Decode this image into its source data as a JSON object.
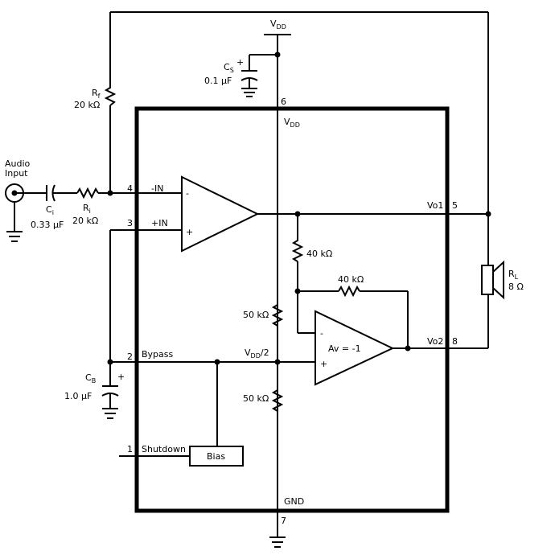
{
  "audio_input": {
    "line1": "Audio",
    "line2": "Input"
  },
  "cap_ci": {
    "name": "C",
    "sub": "i",
    "value": "0.33 μF"
  },
  "res_ri": {
    "name": "R",
    "sub": "i",
    "value": "20 kΩ"
  },
  "res_rf": {
    "name": "R",
    "sub": "f",
    "value": "20 kΩ"
  },
  "cap_cs": {
    "name": "C",
    "sub": "S",
    "value": "0.1 μF",
    "polarity": "+"
  },
  "cap_cb": {
    "name": "C",
    "sub": "B",
    "value": "1.0 μF",
    "polarity": "+"
  },
  "supply": {
    "top_name": "V",
    "top_sub": "DD",
    "inner_name": "V",
    "inner_sub": "DD",
    "half_name": "V",
    "half_sub": "DD",
    "half_suffix": "/2",
    "gnd": "GND"
  },
  "pins": {
    "p4": "4",
    "p3": "3",
    "p2": "2",
    "p1": "1",
    "p6": "6",
    "p5": "5",
    "p8": "8",
    "p7": "7"
  },
  "pin_labels": {
    "minus_in": "-IN",
    "plus_in": "+IN",
    "bypass": "Bypass",
    "shutdown": "Shutdown",
    "vo1": "Vo1",
    "vo2": "Vo2"
  },
  "opamp1": {
    "minus": "-",
    "plus": "+"
  },
  "opamp2": {
    "minus": "-",
    "plus": "+",
    "gain": "Av = -1"
  },
  "res_40k_a": "40 kΩ",
  "res_40k_b": "40 kΩ",
  "res_50k_top": "50 kΩ",
  "res_50k_bot": "50 kΩ",
  "bias": "Bias",
  "load": {
    "name": "R",
    "sub": "L",
    "value": "8 Ω"
  }
}
